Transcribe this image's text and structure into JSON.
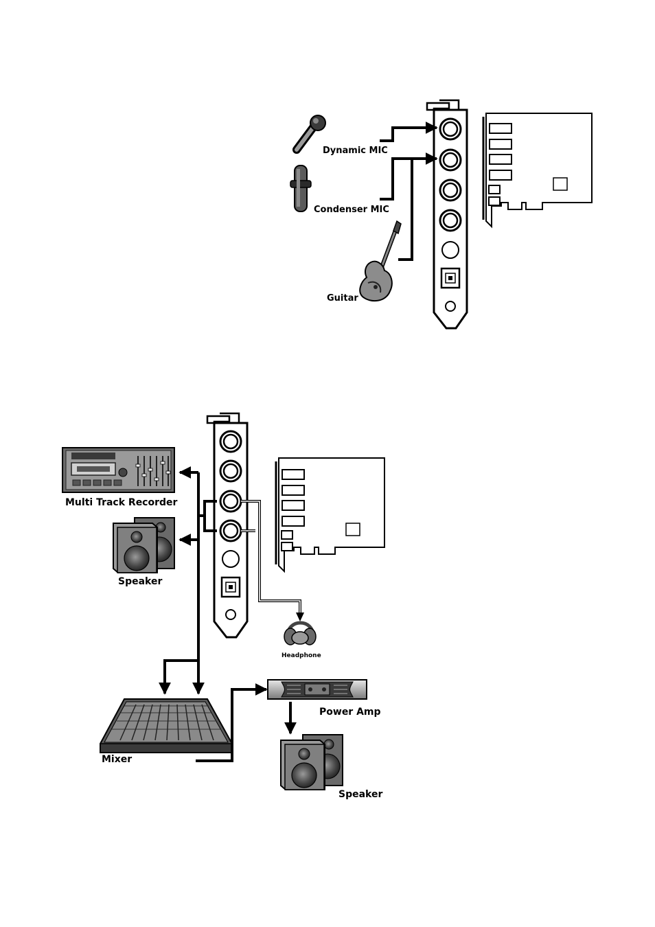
{
  "input_diagram": {
    "labels": {
      "dynamic_mic": "Dynamic MIC",
      "condenser_mic": "Condenser MIC",
      "guitar": "Guitar"
    },
    "icons": [
      "dynamic-mic-icon",
      "condenser-mic-icon",
      "guitar-icon",
      "audio-card-bracket-icon",
      "pcie-card-icon"
    ]
  },
  "output_diagram": {
    "labels": {
      "multi_track_recorder": "Multi Track Recorder",
      "speaker_left": "Speaker",
      "headphone": "Headphone",
      "mixer": "Mixer",
      "power_amp": "Power Amp",
      "speaker_right": "Speaker"
    },
    "icons": [
      "multi-track-recorder-icon",
      "speaker-icon",
      "headphone-icon",
      "mixer-icon",
      "power-amp-icon",
      "audio-card-bracket-icon",
      "pcie-card-icon"
    ]
  },
  "colors": {
    "line": "#000000",
    "background": "#ffffff",
    "device_dark": "#2b2b2b",
    "device_mid": "#8a8a8a",
    "device_light": "#d4d4d4"
  }
}
